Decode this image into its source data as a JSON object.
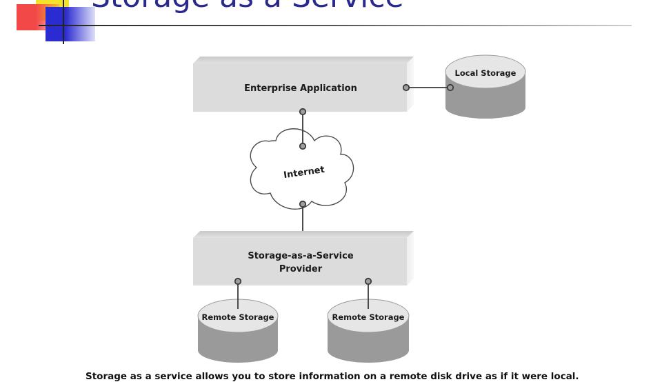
{
  "slide": {
    "title": "Storage as a Service",
    "caption": "Storage as a service allows you to store information on a remote disk drive as if it were local."
  },
  "diagram": {
    "enterprise_app": "Enterprise Application",
    "local_storage": "Local Storage",
    "internet": "Internet",
    "provider_line1": "Storage-as-a-Service",
    "provider_line2": "Provider",
    "remote_storage_1": "Remote Storage",
    "remote_storage_2": "Remote Storage"
  },
  "colors": {
    "title": "#2a2a8c",
    "box_face": "#dcdcdc",
    "cylinder_body": "#9a9a9a",
    "cylinder_top": "#e6e6e6"
  }
}
